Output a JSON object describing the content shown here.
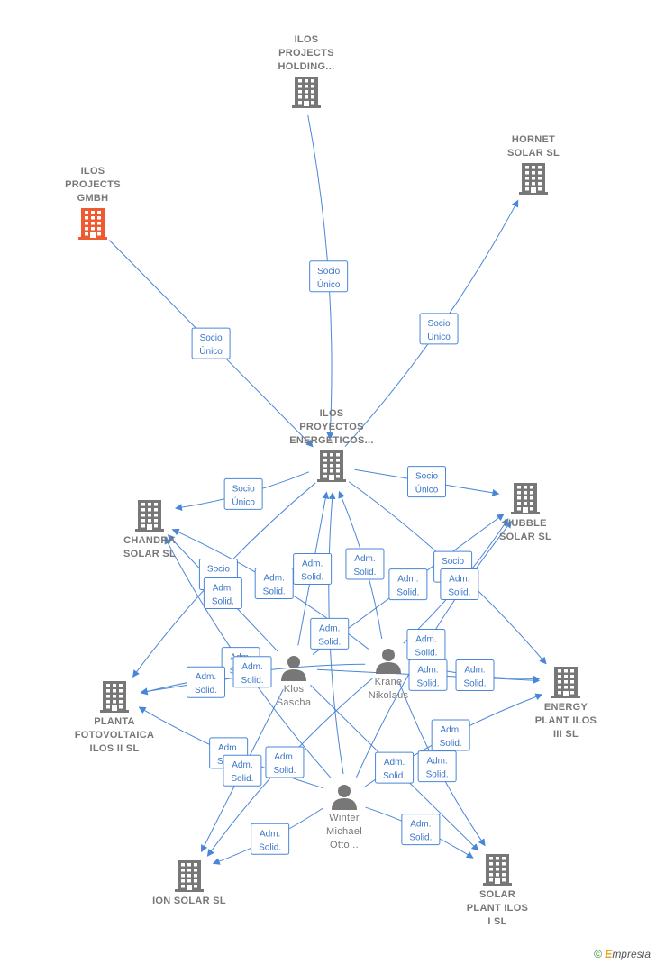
{
  "colors": {
    "edge": "#4a86d8",
    "company": "#777777",
    "focus_company": "#f05a30",
    "person": "#777777"
  },
  "nodes": [
    {
      "id": "ilos_holding",
      "type": "company",
      "label": [
        "ILOS",
        "PROJECTS",
        "HOLDING..."
      ],
      "icon": "building-icon"
    },
    {
      "id": "hornet",
      "type": "company",
      "label": [
        "HORNET",
        "SOLAR  SL"
      ],
      "icon": "building-icon"
    },
    {
      "id": "ilos_gmbh",
      "type": "company",
      "label": [
        "ILOS",
        "PROJECTS",
        "GMBH"
      ],
      "icon": "building-icon",
      "highlight": true
    },
    {
      "id": "ilos_energeticos",
      "type": "company",
      "label": [
        "ILOS",
        "PROYECTOS",
        "ENERGETICOS..."
      ],
      "icon": "building-icon"
    },
    {
      "id": "chandra",
      "type": "company",
      "label": [
        "CHANDRA",
        "SOLAR  SL"
      ],
      "icon": "building-icon"
    },
    {
      "id": "hubble",
      "type": "company",
      "label": [
        "HUBBLE",
        "SOLAR  SL"
      ],
      "icon": "building-icon"
    },
    {
      "id": "planta",
      "type": "company",
      "label": [
        "PLANTA",
        "FOTOVOLTAICA",
        "ILOS II  SL"
      ],
      "icon": "building-icon"
    },
    {
      "id": "energy",
      "type": "company",
      "label": [
        "ENERGY",
        "PLANT ILOS",
        "III  SL"
      ],
      "icon": "building-icon"
    },
    {
      "id": "ion",
      "type": "company",
      "label": [
        "ION SOLAR  SL"
      ],
      "icon": "building-icon"
    },
    {
      "id": "solar_plant",
      "type": "company",
      "label": [
        "SOLAR",
        "PLANT ILOS",
        "I  SL"
      ],
      "icon": "building-icon"
    },
    {
      "id": "klos",
      "type": "person",
      "label": [
        "Klos",
        "Sascha"
      ],
      "icon": "person-icon"
    },
    {
      "id": "krane",
      "type": "person",
      "label": [
        "Krane",
        "Nikolaus"
      ],
      "icon": "person-icon"
    },
    {
      "id": "winter",
      "type": "person",
      "label": [
        "Winter",
        "Michael",
        "Otto..."
      ],
      "icon": "person-icon"
    }
  ],
  "edges": [
    {
      "from": "ilos_holding",
      "to": "ilos_energeticos",
      "label": [
        "Socio",
        "Único"
      ]
    },
    {
      "from": "ilos_gmbh",
      "to": "ilos_energeticos",
      "label": [
        "Socio",
        "Único"
      ]
    },
    {
      "from": "ilos_energeticos",
      "to": "hornet",
      "label": [
        "Socio",
        "Único"
      ]
    },
    {
      "from": "ilos_energeticos",
      "to": "chandra",
      "label": [
        "Socio",
        "Único"
      ]
    },
    {
      "from": "ilos_energeticos",
      "to": "hubble",
      "label": [
        "Socio",
        "Único"
      ]
    },
    {
      "from": "ilos_energeticos",
      "to": "planta",
      "label": [
        "Socio",
        "Único"
      ]
    },
    {
      "from": "ilos_energeticos",
      "to": "energy",
      "label": [
        "Socio",
        "Único"
      ]
    },
    {
      "from": "klos",
      "to": "ilos_energeticos",
      "label": [
        "Adm.",
        "Solid."
      ]
    },
    {
      "from": "krane",
      "to": "ilos_energeticos",
      "label": [
        "Adm.",
        "Solid."
      ]
    },
    {
      "from": "winter",
      "to": "ilos_energeticos",
      "label": [
        "Adm.",
        "Solid."
      ]
    },
    {
      "from": "klos",
      "to": "chandra",
      "label": [
        "Adm.",
        "Solid."
      ]
    },
    {
      "from": "krane",
      "to": "chandra",
      "label": [
        "Adm.",
        "Solid."
      ]
    },
    {
      "from": "winter",
      "to": "chandra",
      "label": [
        "Adm.",
        "Solid."
      ]
    },
    {
      "from": "klos",
      "to": "hubble",
      "label": [
        "Adm.",
        "Solid."
      ]
    },
    {
      "from": "krane",
      "to": "hubble",
      "label": [
        "Adm.",
        "Solid."
      ]
    },
    {
      "from": "winter",
      "to": "hubble",
      "label": [
        "Adm.",
        "Solid."
      ]
    },
    {
      "from": "klos",
      "to": "planta",
      "label": [
        "Adm.",
        "Solid."
      ]
    },
    {
      "from": "krane",
      "to": "planta",
      "label": [
        "Adm.",
        "Solid."
      ]
    },
    {
      "from": "winter",
      "to": "planta",
      "label": [
        "Adm.",
        "Solid."
      ]
    },
    {
      "from": "klos",
      "to": "energy",
      "label": [
        "Adm.",
        "Solid."
      ]
    },
    {
      "from": "krane",
      "to": "energy",
      "label": [
        "Adm.",
        "Solid."
      ]
    },
    {
      "from": "winter",
      "to": "energy",
      "label": [
        "Adm.",
        "Solid."
      ]
    },
    {
      "from": "klos",
      "to": "ion",
      "label": [
        "Adm.",
        "Solid."
      ]
    },
    {
      "from": "krane",
      "to": "ion",
      "label": [
        "Adm.",
        "Solid."
      ]
    },
    {
      "from": "winter",
      "to": "ion",
      "label": [
        "Adm.",
        "Solid."
      ]
    },
    {
      "from": "klos",
      "to": "solar_plant",
      "label": [
        "Adm.",
        "Solid."
      ]
    },
    {
      "from": "krane",
      "to": "solar_plant",
      "label": [
        "Adm.",
        "Solid."
      ]
    },
    {
      "from": "winter",
      "to": "solar_plant",
      "label": [
        "Adm.",
        "Solid."
      ]
    }
  ],
  "footer": {
    "copyright_symbol": "©",
    "brand_initial": "E",
    "brand_rest": "mpresia"
  }
}
